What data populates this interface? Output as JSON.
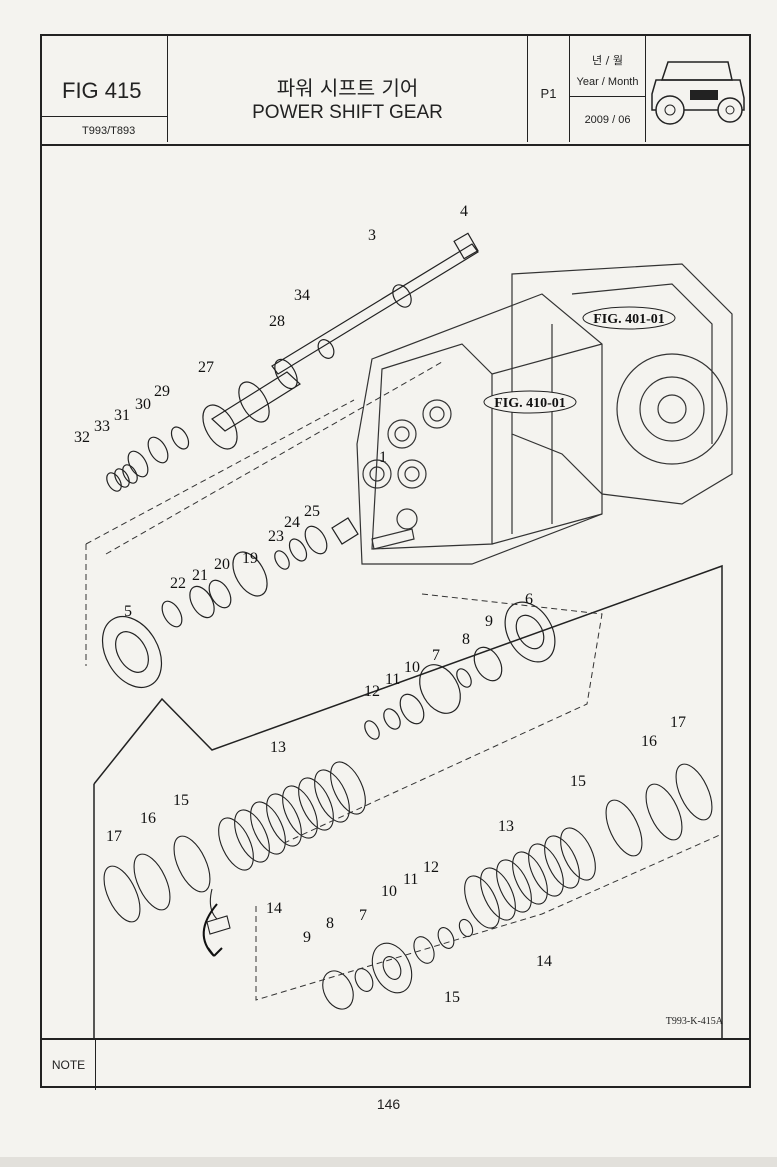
{
  "header": {
    "fig": "FIG 415",
    "model": "T993/T893",
    "title_ko": "파워 시프트 기어",
    "title_en": "POWER SHIFT GEAR",
    "page_code": "P1",
    "ym_ko": "년 / 월",
    "ym_en": "Year / Month",
    "date": "2009 / 06"
  },
  "figure_refs": [
    "FIG. 401-01",
    "FIG. 410-01"
  ],
  "part_labels": [
    "1",
    "3",
    "4",
    "5",
    "6",
    "7",
    "8",
    "9",
    "10",
    "11",
    "12",
    "13",
    "14",
    "15",
    "16",
    "17",
    "19",
    "20",
    "21",
    "22",
    "23",
    "24",
    "25",
    "27",
    "28",
    "29",
    "30",
    "31",
    "32",
    "33",
    "34",
    "7",
    "8",
    "9",
    "10",
    "11",
    "12",
    "13",
    "14",
    "15",
    "15",
    "16",
    "17"
  ],
  "drawing_code": "T993-K-415A",
  "note_label": "NOTE",
  "page_number": "146"
}
